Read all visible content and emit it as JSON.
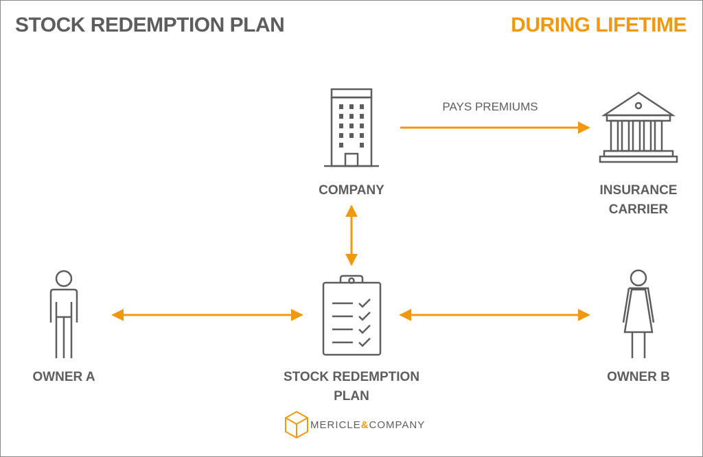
{
  "header": {
    "title": "STOCK REDEMPTION PLAN",
    "subtitle": "DURING LIFETIME",
    "accent_color": "#f0990f"
  },
  "nodes": {
    "company": {
      "label": "COMPANY",
      "icon": "office-building-icon"
    },
    "insurance": {
      "label_line1": "INSURANCE",
      "label_line2": "CARRIER",
      "icon": "bank-columns-icon"
    },
    "plan": {
      "label_line1": "STOCK REDEMPTION",
      "label_line2": "PLAN",
      "icon": "clipboard-checklist-icon"
    },
    "owner_a": {
      "label": "OWNER A",
      "icon": "male-person-icon"
    },
    "owner_b": {
      "label": "OWNER B",
      "icon": "female-person-icon"
    }
  },
  "edges": {
    "company_to_insurance": "PAYS PREMIUMS"
  },
  "logo": {
    "name": "MERICLE",
    "amp": "&",
    "suffix": "COMPANY",
    "icon": "box-logo-icon"
  }
}
